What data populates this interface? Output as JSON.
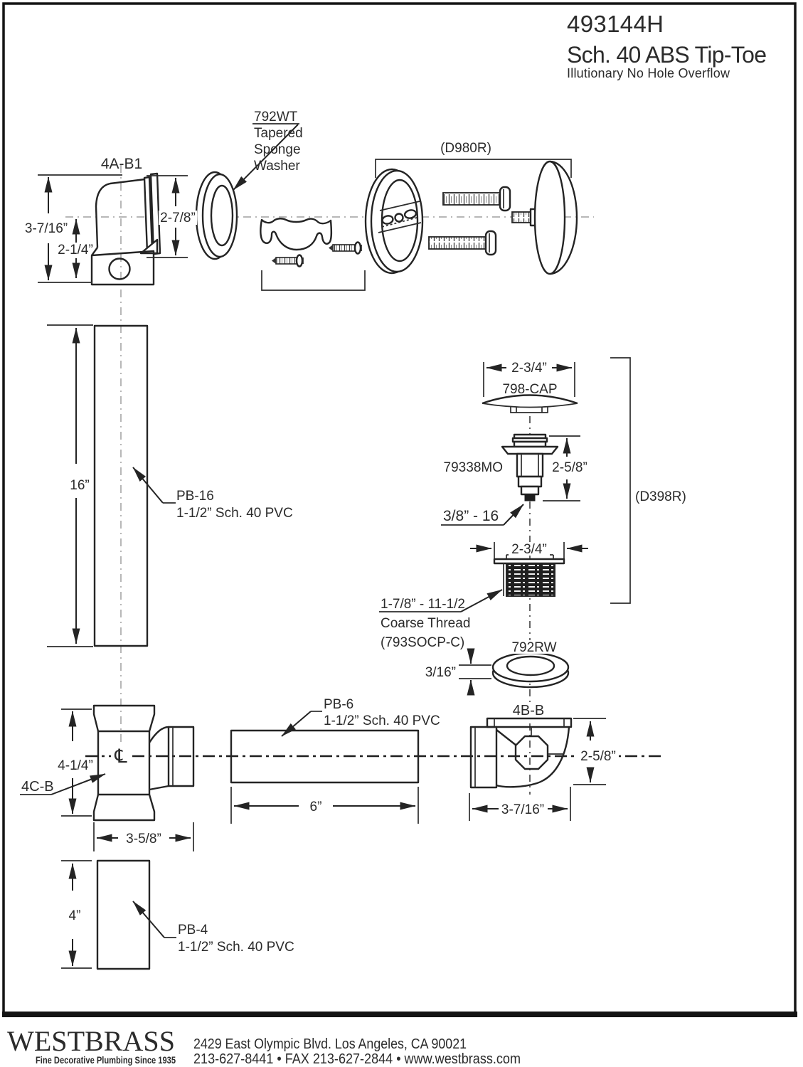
{
  "title_block": {
    "part_number": "493144H",
    "product_name": "Sch. 40 ABS Tip-Toe",
    "subtitle": "Illutionary No Hole Overflow"
  },
  "parts": {
    "elbow_top": {
      "label": "4A-B1",
      "dim_height": "3-7/16”",
      "dim_center": "2-1/4”",
      "dim_face": "2-7/8”"
    },
    "sponge_washer": {
      "part": "792WT",
      "desc1": "Tapered",
      "desc2": "Sponge",
      "desc3": "Washer"
    },
    "overflow_kit": {
      "label": "(D980R)"
    },
    "pipe16": {
      "part": "PB-16",
      "spec": "1-1/2” Sch. 40 PVC",
      "length": "16”"
    },
    "cap": {
      "part": "798-CAP",
      "width": "2-3/4”"
    },
    "lift_stem": {
      "part": "79338MO",
      "height": "2-5/8”",
      "thread": "3/8” - 16"
    },
    "drain_kit": {
      "label": "(D398R)"
    },
    "drain_body": {
      "width": "2-3/4”",
      "thread1": "1-7/8” - 11-1/2",
      "thread2": "Coarse Thread",
      "thread3": "(793SOCP-C)"
    },
    "rubber_washer": {
      "part": "792RW",
      "thickness": "3/16”"
    },
    "tee": {
      "label": "4C-B",
      "height": "4-1/4”",
      "width": "3-5/8”",
      "centerline": "℄"
    },
    "pipe6": {
      "part": "PB-6",
      "spec": "1-1/2” Sch. 40 PVC",
      "length": "6”"
    },
    "elbow_bottom": {
      "label": "4B-B",
      "height": "2-5/8”",
      "width": "3-7/16”"
    },
    "pipe4": {
      "part": "PB-4",
      "spec": "1-1/2” Sch. 40 PVC",
      "length": "4”"
    }
  },
  "footer": {
    "brand": "WESTBRASS",
    "tagline": "Fine Decorative Plumbing Since 1935",
    "address": "2429 East Olympic Blvd. Los Angeles, CA  90021",
    "contact": "213-627-8441 • FAX 213-627-2844 • www.westbrass.com"
  }
}
